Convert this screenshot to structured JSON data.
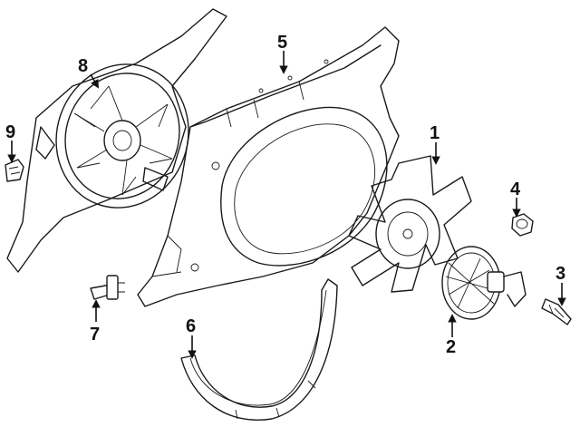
{
  "diagram": {
    "callouts": [
      {
        "id": "fan-blade",
        "label": "1"
      },
      {
        "id": "fan-clutch",
        "label": "2"
      },
      {
        "id": "clutch-stud",
        "label": "3"
      },
      {
        "id": "nut",
        "label": "4"
      },
      {
        "id": "fan-shroud",
        "label": "5"
      },
      {
        "id": "shroud-ring",
        "label": "6"
      },
      {
        "id": "push-pin",
        "label": "7"
      },
      {
        "id": "electric-fan-assembly",
        "label": "8"
      },
      {
        "id": "clip",
        "label": "9"
      }
    ]
  },
  "colors": {
    "line": "#1a1a1a",
    "background": "#ffffff"
  }
}
